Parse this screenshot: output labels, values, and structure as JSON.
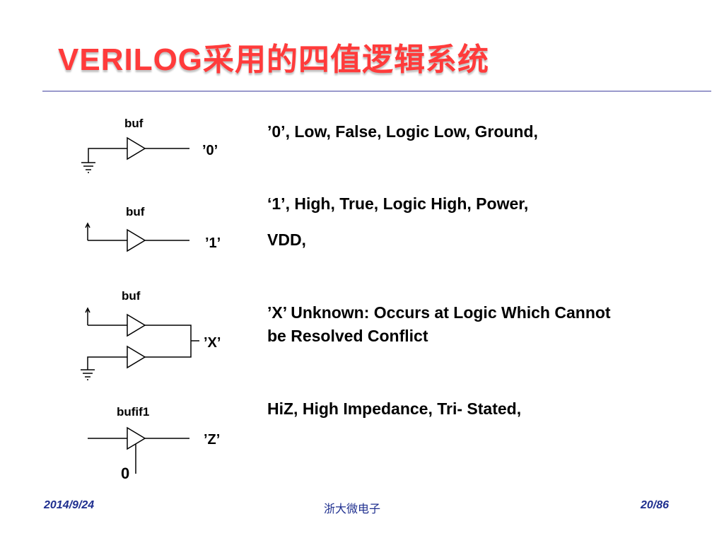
{
  "slide": {
    "title": "VERILOG采用的四值逻辑系统"
  },
  "values": [
    {
      "gate_label": "buf",
      "output_label": "’0’",
      "lines": [
        "’0’, Low, False, Logic Low, Ground,"
      ]
    },
    {
      "gate_label": "buf",
      "output_label": "’1’",
      "lines": [
        "‘1’, High, True, Logic High, Power,",
        "VDD,"
      ]
    },
    {
      "gate_label": "buf",
      "output_label": "’X’",
      "lines": [
        "’X’ Unknown: Occurs at Logic Which Cannot",
        "be Resolved Conflict"
      ]
    },
    {
      "gate_label": "bufif1",
      "output_label": "’Z’",
      "enable_label": "0",
      "lines": [
        "HiZ, High Impedance, Tri- Stated,"
      ]
    }
  ],
  "footer": {
    "date": "2014/9/24",
    "organization": "浙大微电子",
    "page": "20/86"
  }
}
